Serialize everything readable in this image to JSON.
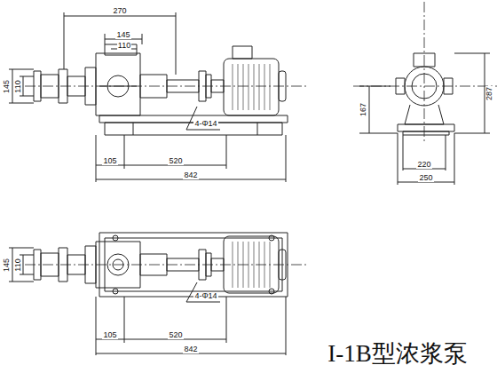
{
  "diagram": {
    "title": "I-1B型浓浆泵",
    "labels": [
      "270",
      "145",
      "110",
      "145",
      "110",
      "4-Φ14",
      "105",
      "520",
      "842",
      "167",
      "287",
      "220",
      "250",
      "145",
      "110",
      "4-Φ14",
      "105",
      "520",
      "842"
    ]
  }
}
